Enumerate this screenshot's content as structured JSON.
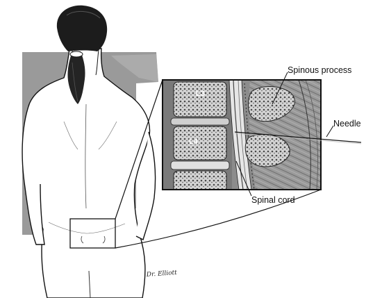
{
  "labels": {
    "spinous_process": "Spinous process",
    "needle": "Needle",
    "spinal_cord": "Spinal cord",
    "vertebra_upper": "L3",
    "vertebra_lower": "L4"
  },
  "signature": "Dr. Elliott",
  "colors": {
    "background_patch": "#9a9a9a",
    "ink": "#111111",
    "skin": "#ffffff",
    "hair": "#1c1c1c",
    "bone": "#d8d8d8",
    "marrow": "#5a5a5a",
    "tissue": "#8c8c8c"
  }
}
